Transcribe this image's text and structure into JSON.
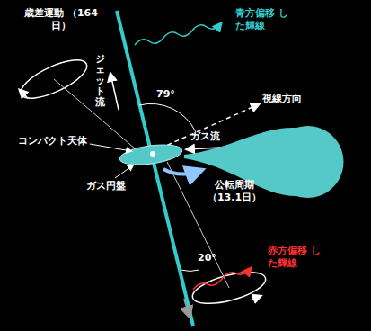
{
  "diagram": {
    "labels": [
      "歳差運動 （164日）",
      "ジェット流",
      "青方偏移 した輝線",
      "79°",
      "視線方向",
      "ガス流",
      "コンパクト天体",
      "ガス円盤",
      "公転周期 （13.1日）",
      "赤方偏移 した輝線",
      "20°"
    ]
  }
}
